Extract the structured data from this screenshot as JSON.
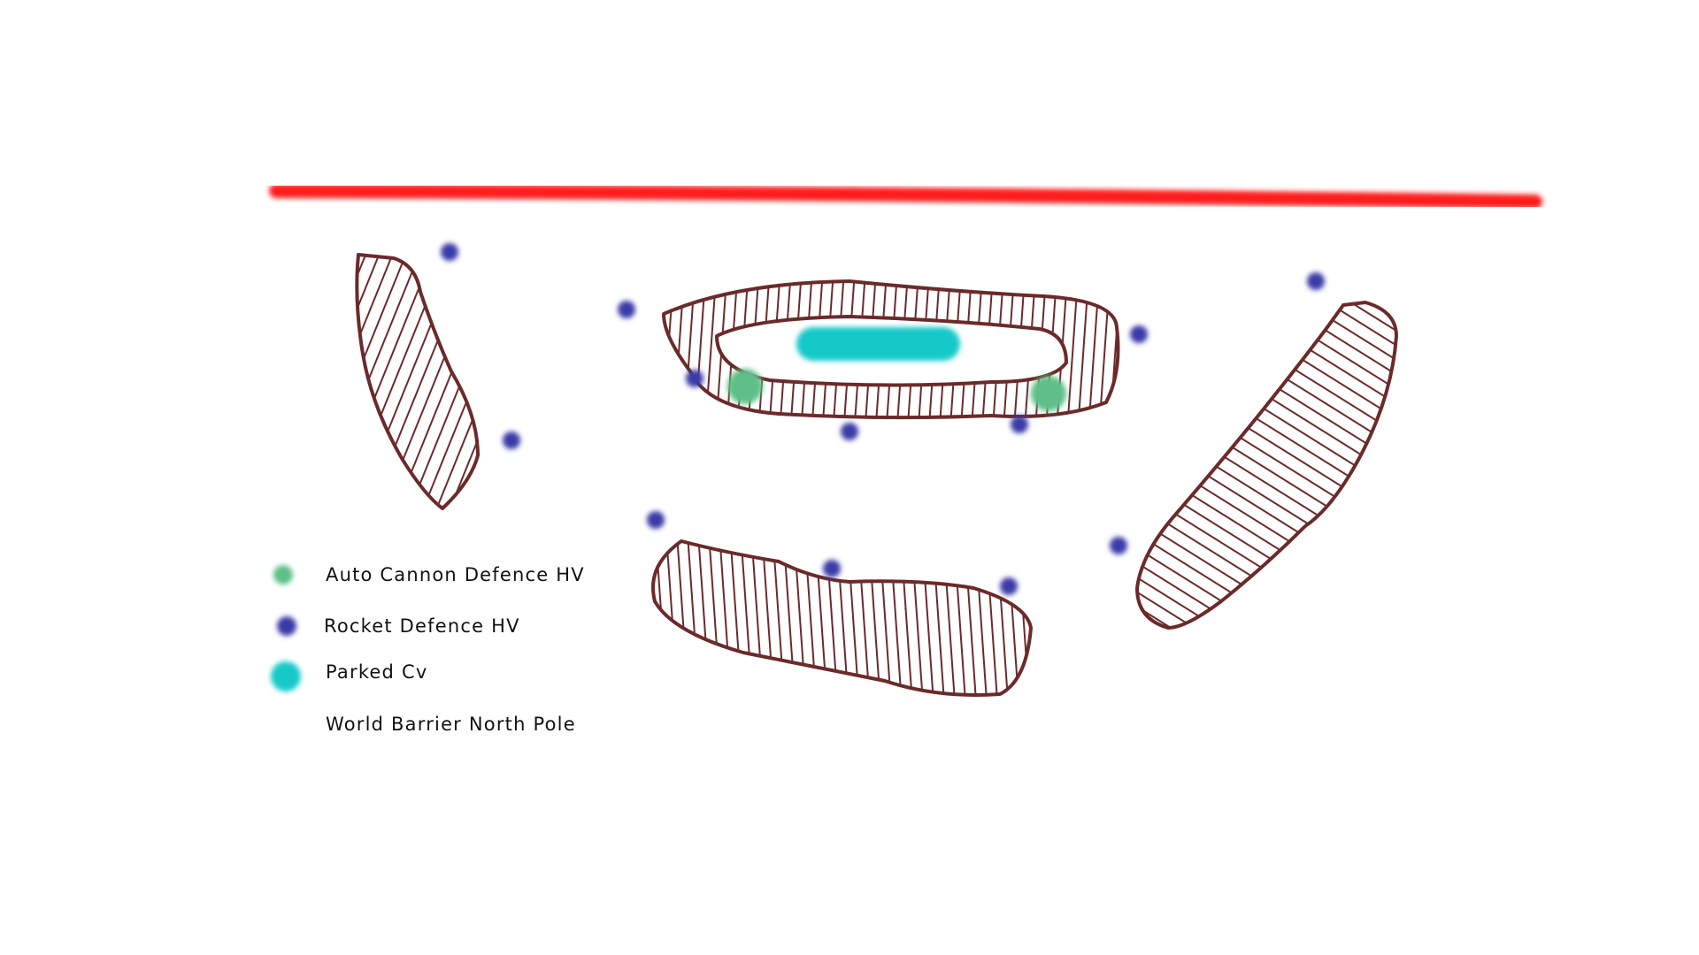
{
  "map": {
    "colors": {
      "background": "#ffffff",
      "obstacle_outline": "#6b2a2a",
      "obstacle_hatch": "#6b2a2a",
      "auto_cannon": "#5fbf88",
      "rocket_defence": "#3a3aa8",
      "parked_cv": "#19c9c9",
      "world_barrier": "#ff1a1a"
    },
    "legend": [
      {
        "key": "auto_cannon",
        "label": "Auto Cannon Defence HV",
        "icon": "green-dot-icon"
      },
      {
        "key": "rocket_defence",
        "label": "Rocket Defence HV",
        "icon": "blue-dot-icon"
      },
      {
        "key": "parked_cv",
        "label": "Parked Cv",
        "icon": "cyan-blob-icon"
      },
      {
        "key": "world_barrier",
        "label": "World Barrier North Pole",
        "icon": "red-line-icon"
      }
    ]
  }
}
